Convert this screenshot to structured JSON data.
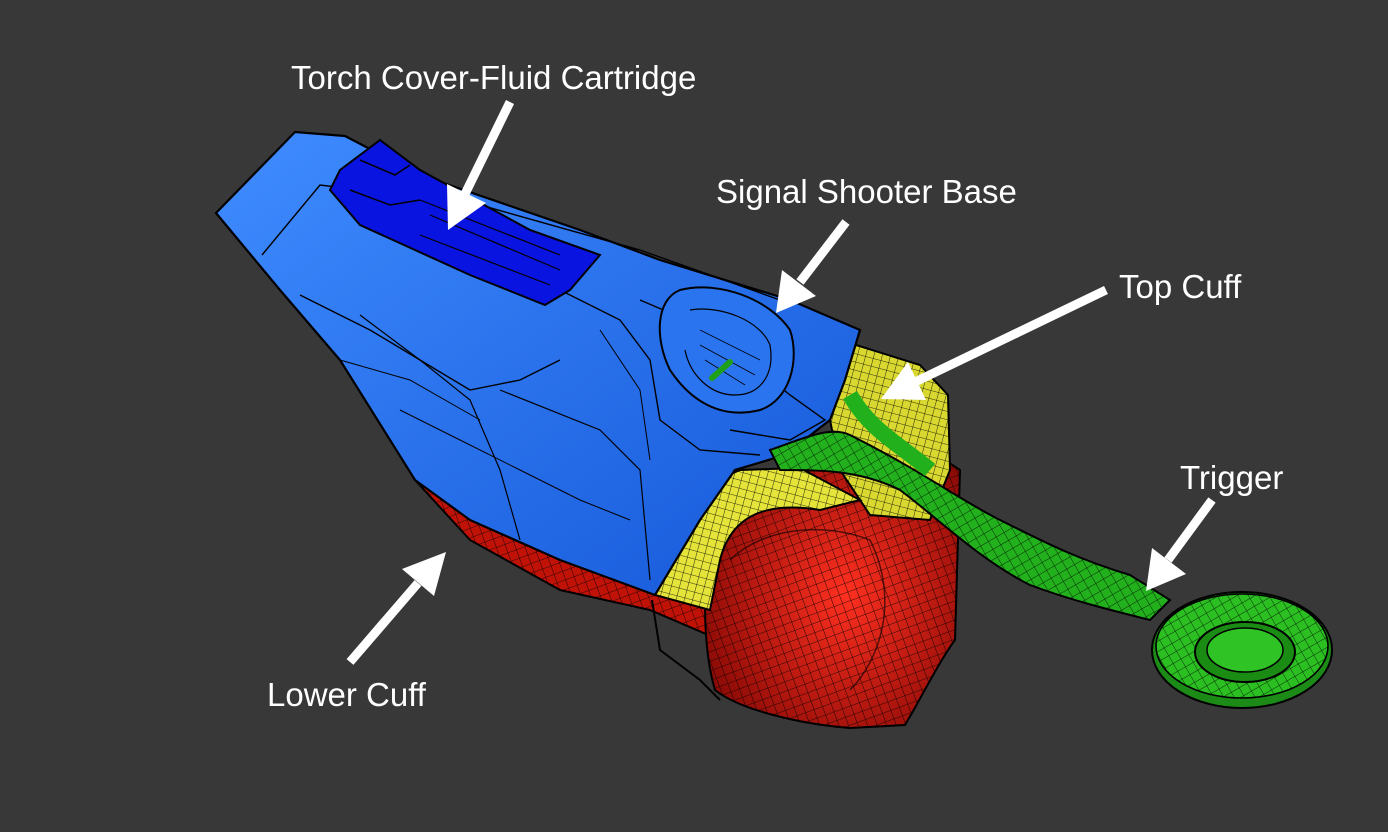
{
  "labels": {
    "torch": "Torch Cover-Fluid Cartridge",
    "signal": "Signal Shooter Base",
    "top_cuff": "Top Cuff",
    "trigger": "Trigger",
    "lower_cuff": "Lower Cuff"
  },
  "colors": {
    "background": "#383838",
    "torch_cover": "#1a6cf0",
    "cartridge": "#0a14e0",
    "top_cuff": "#e4e43a",
    "lower_cuff": "#e01a10",
    "trigger": "#22b01c",
    "arrow": "#ffffff",
    "wire": "#000000"
  }
}
